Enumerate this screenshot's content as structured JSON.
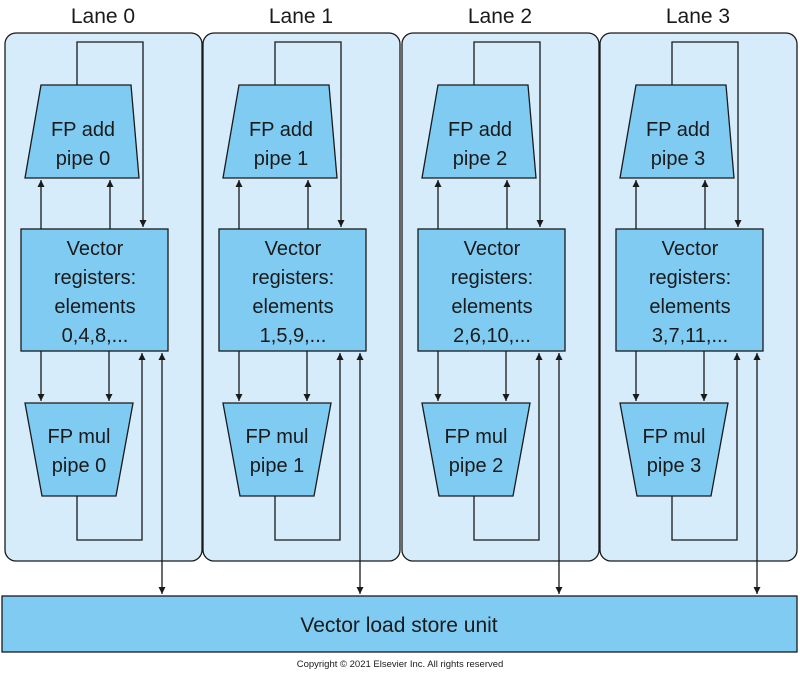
{
  "diagram": {
    "lanes": [
      {
        "title": "Lane 0",
        "add_pipe": [
          "FP add",
          "pipe 0"
        ],
        "registers": [
          "Vector",
          "registers:",
          "elements",
          "0,4,8,..."
        ],
        "mul_pipe": [
          "FP mul",
          "pipe 0"
        ]
      },
      {
        "title": "Lane 1",
        "add_pipe": [
          "FP add",
          "pipe 1"
        ],
        "registers": [
          "Vector",
          "registers:",
          "elements",
          "1,5,9,..."
        ],
        "mul_pipe": [
          "FP mul",
          "pipe 1"
        ]
      },
      {
        "title": "Lane 2",
        "add_pipe": [
          "FP add",
          "pipe 2"
        ],
        "registers": [
          "Vector",
          "registers:",
          "elements",
          "2,6,10,..."
        ],
        "mul_pipe": [
          "FP mul",
          "pipe 2"
        ]
      },
      {
        "title": "Lane 3",
        "add_pipe": [
          "FP add",
          "pipe 3"
        ],
        "registers": [
          "Vector",
          "registers:",
          "elements",
          "3,7,11,..."
        ],
        "mul_pipe": [
          "FP mul",
          "pipe 3"
        ]
      }
    ],
    "load_store_unit": "Vector load store unit",
    "copyright": "Copyright © 2021 Elsevier Inc. All rights reserved"
  },
  "colors": {
    "lane_fill": "#d7ecfa",
    "unit_fill": "#7fcbf2",
    "stroke": "#1a1a1a"
  }
}
